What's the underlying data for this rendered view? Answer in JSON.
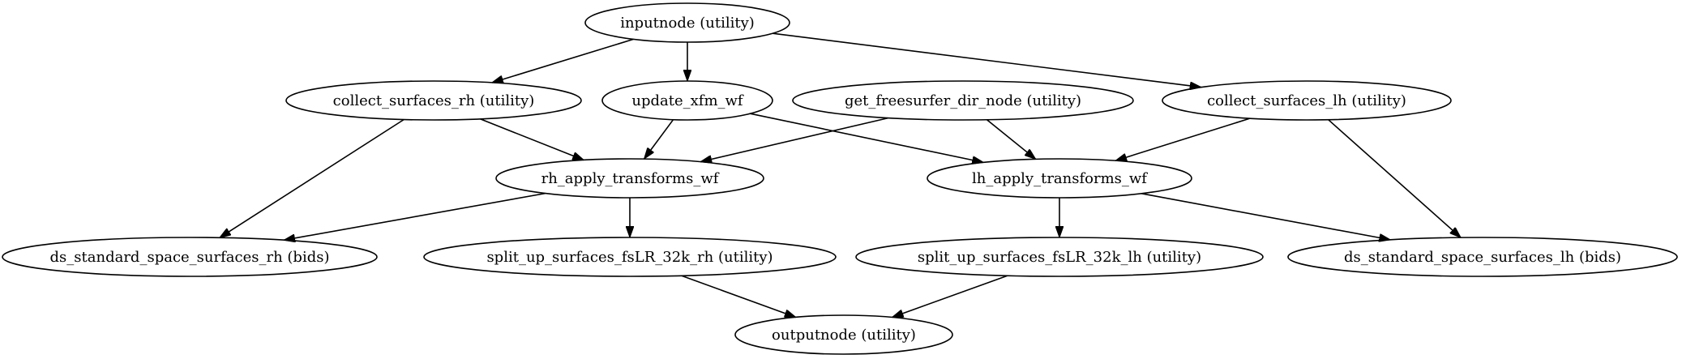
{
  "nodes": [
    {
      "id": "inputnode",
      "label": "inputnode (utility)"
    },
    {
      "id": "collect_surfaces_rh",
      "label": "collect_surfaces_rh (utility)"
    },
    {
      "id": "update_xfm_wf",
      "label": "update_xfm_wf"
    },
    {
      "id": "get_freesurfer_dir_node",
      "label": "get_freesurfer_dir_node (utility)"
    },
    {
      "id": "collect_surfaces_lh",
      "label": "collect_surfaces_lh (utility)"
    },
    {
      "id": "rh_apply_transforms_wf",
      "label": "rh_apply_transforms_wf"
    },
    {
      "id": "lh_apply_transforms_wf",
      "label": "lh_apply_transforms_wf"
    },
    {
      "id": "ds_standard_space_surfaces_rh",
      "label": "ds_standard_space_surfaces_rh (bids)"
    },
    {
      "id": "split_up_surfaces_fsLR_32k_rh",
      "label": "split_up_surfaces_fsLR_32k_rh (utility)"
    },
    {
      "id": "split_up_surfaces_fsLR_32k_lh",
      "label": "split_up_surfaces_fsLR_32k_lh (utility)"
    },
    {
      "id": "ds_standard_space_surfaces_lh",
      "label": "ds_standard_space_surfaces_lh (bids)"
    },
    {
      "id": "outputnode",
      "label": "outputnode (utility)"
    }
  ],
  "edges": [
    {
      "from": "inputnode",
      "to": "collect_surfaces_rh"
    },
    {
      "from": "inputnode",
      "to": "update_xfm_wf"
    },
    {
      "from": "inputnode",
      "to": "collect_surfaces_lh"
    },
    {
      "from": "collect_surfaces_rh",
      "to": "rh_apply_transforms_wf"
    },
    {
      "from": "collect_surfaces_rh",
      "to": "ds_standard_space_surfaces_rh"
    },
    {
      "from": "update_xfm_wf",
      "to": "rh_apply_transforms_wf"
    },
    {
      "from": "update_xfm_wf",
      "to": "lh_apply_transforms_wf"
    },
    {
      "from": "get_freesurfer_dir_node",
      "to": "rh_apply_transforms_wf"
    },
    {
      "from": "get_freesurfer_dir_node",
      "to": "lh_apply_transforms_wf"
    },
    {
      "from": "collect_surfaces_lh",
      "to": "lh_apply_transforms_wf"
    },
    {
      "from": "collect_surfaces_lh",
      "to": "ds_standard_space_surfaces_lh"
    },
    {
      "from": "rh_apply_transforms_wf",
      "to": "ds_standard_space_surfaces_rh"
    },
    {
      "from": "rh_apply_transforms_wf",
      "to": "split_up_surfaces_fsLR_32k_rh"
    },
    {
      "from": "lh_apply_transforms_wf",
      "to": "split_up_surfaces_fsLR_32k_lh"
    },
    {
      "from": "lh_apply_transforms_wf",
      "to": "ds_standard_space_surfaces_lh"
    },
    {
      "from": "split_up_surfaces_fsLR_32k_rh",
      "to": "outputnode"
    },
    {
      "from": "split_up_surfaces_fsLR_32k_lh",
      "to": "outputnode"
    }
  ]
}
